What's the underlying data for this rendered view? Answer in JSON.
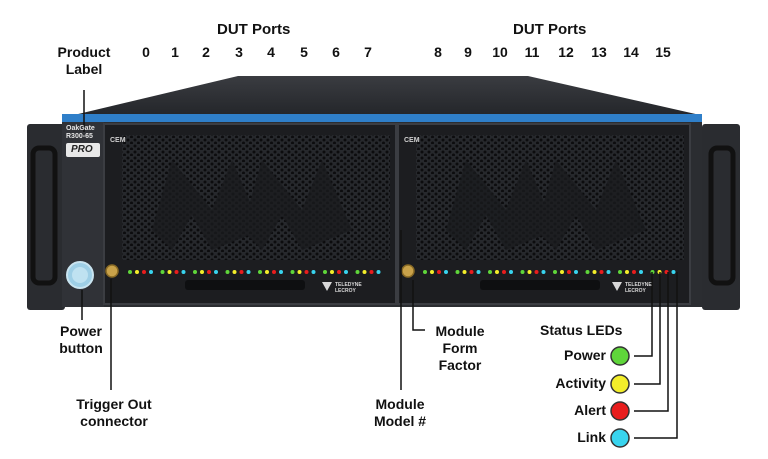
{
  "labels": {
    "product_label": [
      "Product",
      "Label"
    ],
    "dut_ports_left": "DUT Ports",
    "dut_ports_right": "DUT Ports",
    "power_button": [
      "Power",
      "button"
    ],
    "trigger_out": [
      "Trigger Out",
      "connector"
    ],
    "module_model": [
      "Module",
      "Model #"
    ],
    "module_form_factor": [
      "Module",
      "Form",
      "Factor"
    ],
    "status_leds": "Status LEDs"
  },
  "ports_left": [
    "0",
    "1",
    "2",
    "3",
    "4",
    "5",
    "6",
    "7"
  ],
  "ports_right": [
    "8",
    "9",
    "10",
    "11",
    "12",
    "13",
    "14",
    "15"
  ],
  "device": {
    "brand_line1": "OakGate",
    "brand_line2": "R300-65",
    "brand_pro": "PRO",
    "module_tag": "CEM",
    "logo_text1": "TELEDYNE",
    "logo_text2": "LECROY"
  },
  "status_leds": [
    {
      "name": "Power",
      "color": "#5fd63a"
    },
    {
      "name": "Activity",
      "color": "#f3ee2a"
    },
    {
      "name": "Alert",
      "color": "#e81d1d"
    },
    {
      "name": "Link",
      "color": "#38d4ee"
    }
  ],
  "colors": {
    "blue_stripe": "#2f7fc9",
    "chassis": "#2b2d31",
    "panel": "#1c1d20"
  }
}
